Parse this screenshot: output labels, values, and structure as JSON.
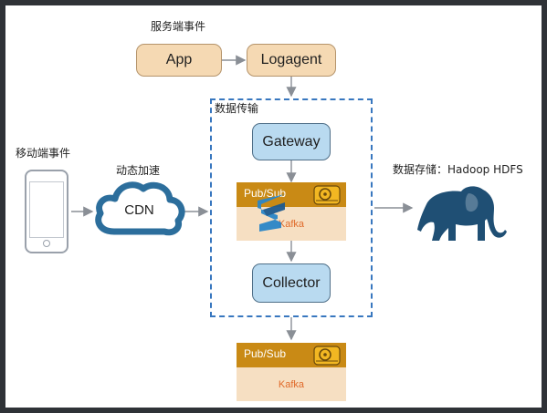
{
  "labels": {
    "server_events": "服务端事件",
    "data_transfer": "数据传输",
    "mobile_events": "移动端事件",
    "cdn_accel": "动态加速",
    "data_storage": "数据存储：Hadoop HDFS"
  },
  "nodes": {
    "app": "App",
    "logagent": "Logagent",
    "gateway": "Gateway",
    "collector": "Collector",
    "cdn": "CDN"
  },
  "kafka_inner": {
    "pubsub": "Pub/Sub",
    "name": "Kafka"
  },
  "kafka_outer": {
    "pubsub": "Pub/Sub",
    "name": "Kafka"
  },
  "colors": {
    "service_fill": "#f5d9b3",
    "stage_fill": "#b9daf0",
    "dashed_border": "#3877bf",
    "kafka_header": "#c98a15",
    "kafka_body": "#f6dfc2",
    "kafka_text": "#e06a2a",
    "hadoop_elephant": "#1f4f74",
    "connector": "#8a8f96"
  },
  "icons": {
    "phone": "mobile-phone-icon",
    "cloud": "cloud-icon",
    "disk": "hard-disk-icon",
    "elephant": "hadoop-elephant-icon"
  }
}
